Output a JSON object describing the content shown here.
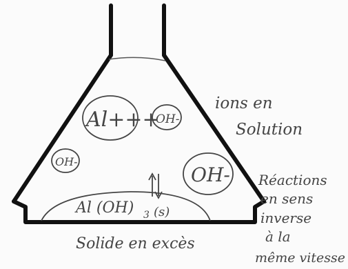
{
  "ions": {
    "al": "Al+++",
    "oh1": "OH-",
    "oh2": "OH-",
    "oh3": "OH-"
  },
  "solid": {
    "formula_main": "Al (OH)",
    "formula_sub": "3",
    "formula_state": "(s)"
  },
  "labels": {
    "ions_line1": "ions en",
    "ions_line2": "Solution",
    "solid_excess": "Solide en excès",
    "reaction_line1": "Réactions",
    "reaction_line2": "en sens",
    "reaction_line3": "inverse",
    "reaction_line4": "à la",
    "reaction_line5": "même vitesse"
  },
  "colors": {
    "ink": "#111111",
    "pencil": "#444444",
    "paper": "#fbfbfb"
  }
}
